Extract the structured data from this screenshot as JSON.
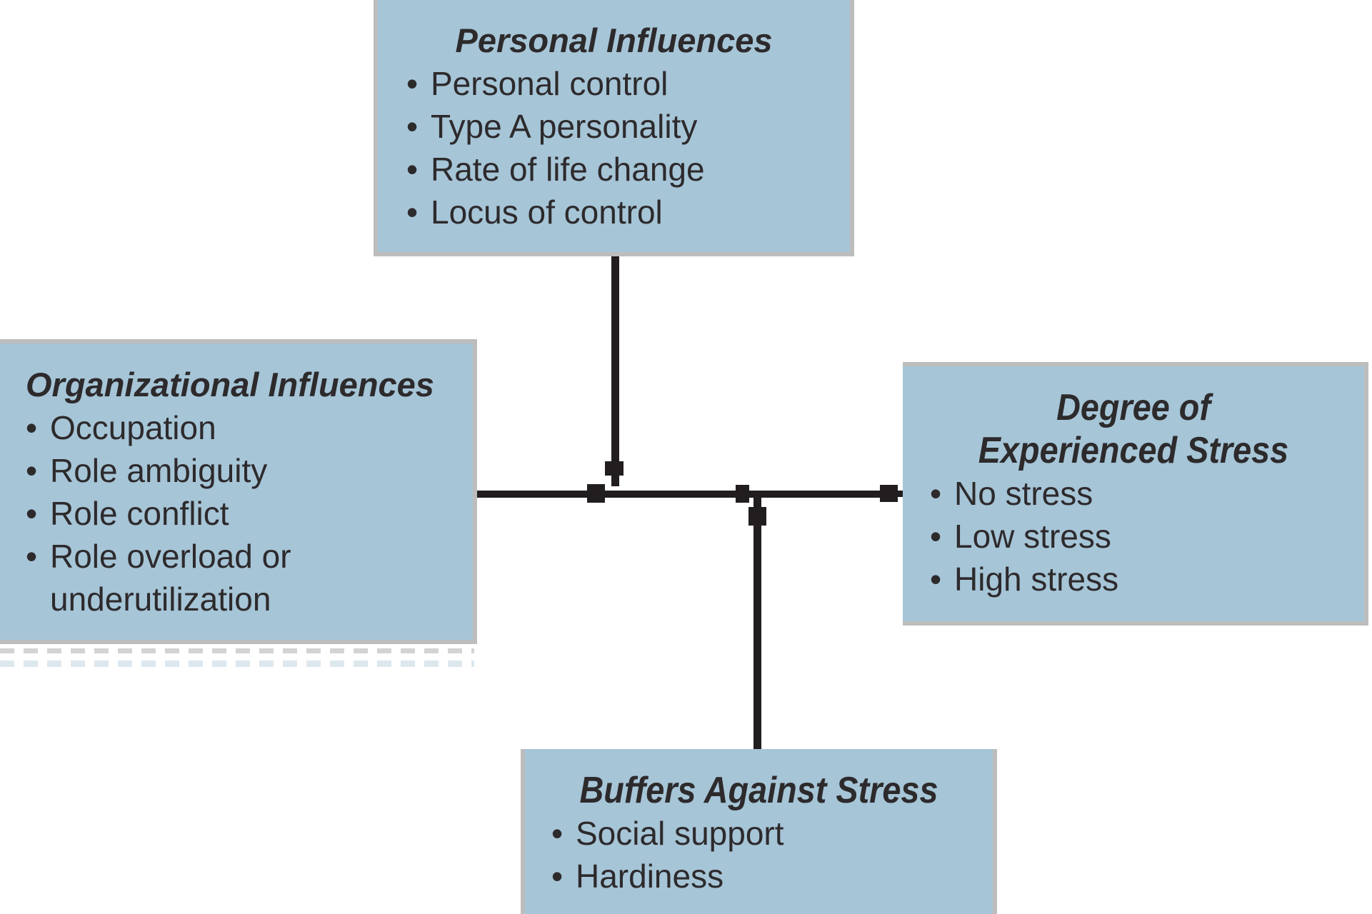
{
  "colors": {
    "box_fill": "#a6c5d7",
    "box_border": "#bcbdbc",
    "line": "#221e1f",
    "text": "#2d2a2c",
    "dash1": "#d3d3d3",
    "dash2": "#dde7ee"
  },
  "glyphs": {
    "bullet": "•"
  },
  "boxes": {
    "personal_influences": {
      "title": "Personal Influences",
      "items": [
        "Personal control",
        "Type A personality",
        "Rate of life change",
        "Locus of control"
      ]
    },
    "organizational_influences": {
      "title": "Organizational Influences",
      "items": [
        "Occupation",
        "Role ambiguity",
        "Role conflict",
        "Role overload or underutilization"
      ]
    },
    "degree_of_experienced_stress": {
      "title_lines": [
        "Degree of",
        "Experienced Stress"
      ],
      "items": [
        "No stress",
        "Low stress",
        "High stress"
      ]
    },
    "buffers_against_stress": {
      "title": "Buffers Against Stress",
      "items": [
        "Social support",
        "Hardiness"
      ]
    }
  }
}
